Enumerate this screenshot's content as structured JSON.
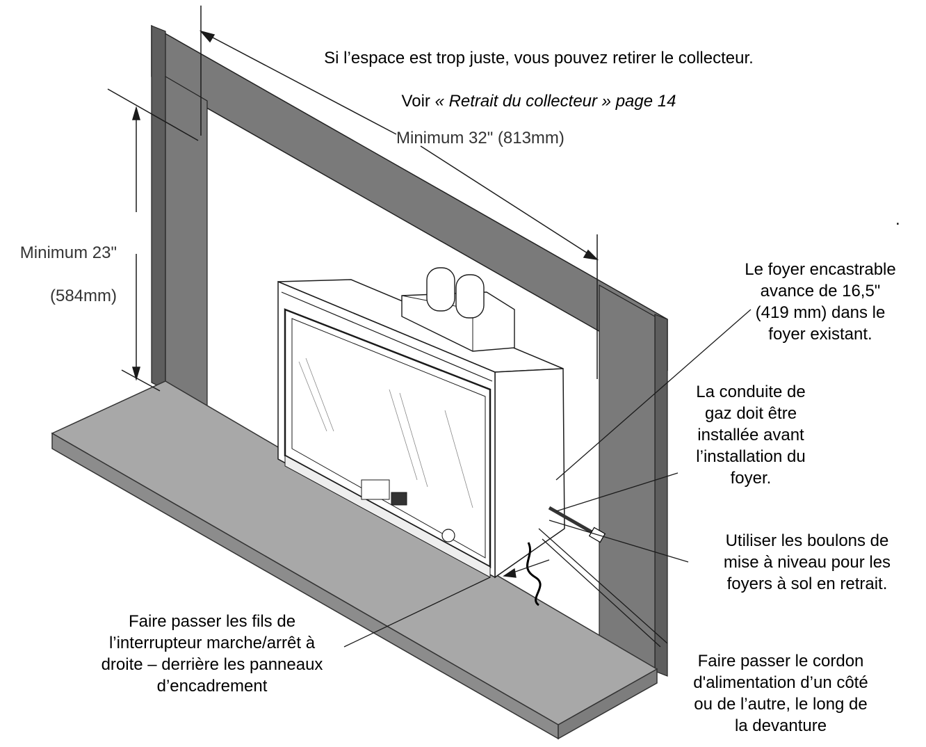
{
  "labels": {
    "top_note_line1": "Si l’espace est trop juste, vous pouvez retirer le collecteur.",
    "top_note_line2_prefix": "Voir ",
    "top_note_line2_ref": "« Retrait du collecteur » page 14",
    "width_dim": "Minimum 32\" (813mm)",
    "height_dim_line1": "Minimum 23\"",
    "height_dim_line2": "(584mm)",
    "stray_dot": ".",
    "projection_note": "Le foyer encastrable\navance de 16,5\"\n(419 mm) dans le\nfoyer existant.",
    "gas_line_note": "La conduite de\ngaz doit être\ninstallée avant\nl’installation du\nfoyer.",
    "leveling_note": "Utiliser les boulons de\nmise à niveau pour les\nfoyers à sol en retrait.",
    "wires_note": "Faire passer les fils de\nl’interrupteur marche/arrêt à\ndroite – derrière les panneaux\nd’encadrement",
    "power_cord_note": "Faire passer le cordon\nd'alimentation d’un côté\nou de l’autre, le long de\nla devanture"
  },
  "colors": {
    "surround": "#7a7a7a",
    "surround_dark": "#5e5e5e",
    "hearth_top": "#a8a8a8",
    "hearth_side": "#8c8c8c",
    "line": "#1a1a1a"
  }
}
